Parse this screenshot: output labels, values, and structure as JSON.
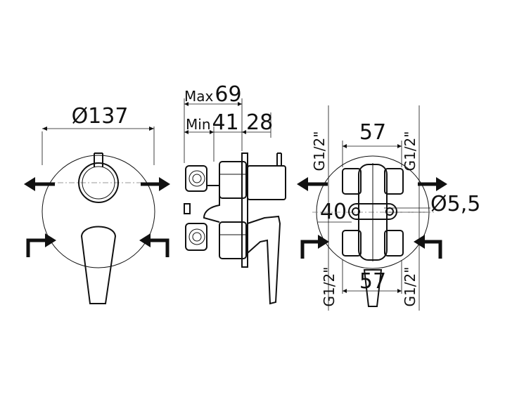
{
  "front_view": {
    "diameter_label": "Ø137"
  },
  "side_view": {
    "max_prefix": "Max",
    "max_value": "69",
    "min_prefix": "Min",
    "min_value": "41",
    "plate_value": "28"
  },
  "rear_view": {
    "thread_label": "G1/2\"",
    "top_spacing": "57",
    "bottom_spacing": "57",
    "center_spacing": "40",
    "hole_diameter": "Ø5,5"
  },
  "colors": {
    "line": "#111111",
    "background": "#ffffff"
  }
}
